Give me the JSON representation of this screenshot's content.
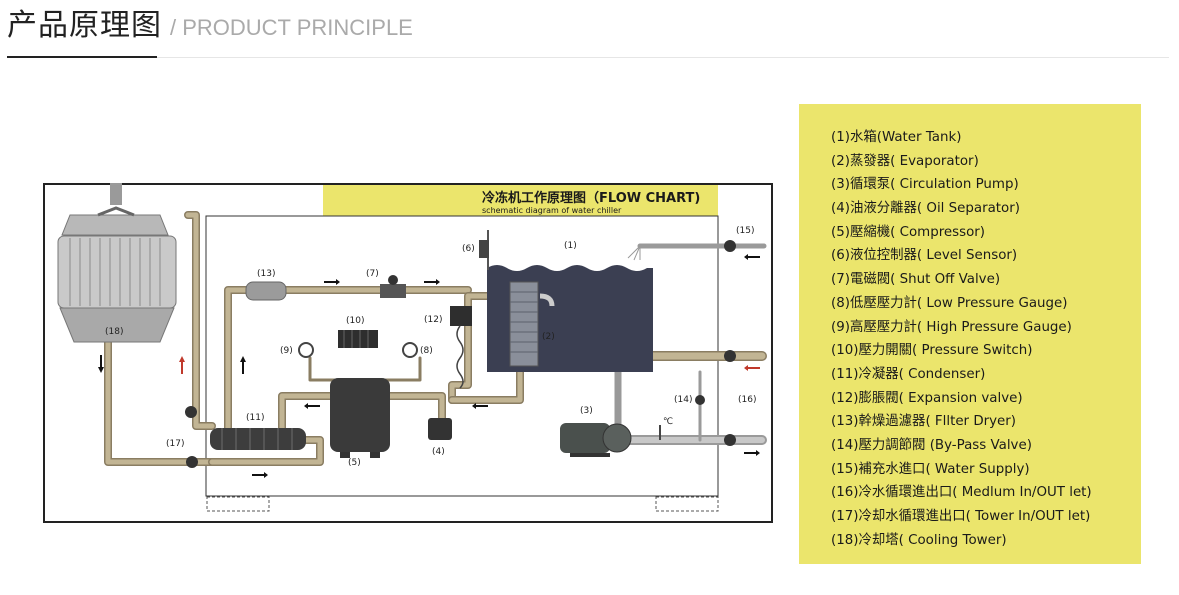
{
  "header": {
    "title": "产品原理图",
    "subtitle": "/ PRODUCT PRINCIPLE"
  },
  "diagram": {
    "banner_title": "冷冻机工作原理图（FLOW CHART)",
    "banner_subtitle": "schematic diagram of water chiller",
    "labels": {
      "n1": "(1)",
      "n2": "(2)",
      "n3": "(3)",
      "n4": "(4)",
      "n5": "(5)",
      "n6": "(6)",
      "n7": "(7)",
      "n8": "(8)",
      "n9": "(9)",
      "n10": "(10)",
      "n11": "(11)",
      "n12": "(12)",
      "n13": "(13)",
      "n14": "(14)",
      "n15": "(15)",
      "n16": "(16)",
      "n17": "(17)",
      "n18": "(18)",
      "temp": "℃"
    },
    "colors": {
      "pipe": "#b6a98a",
      "pipe_edge": "#8a7d62",
      "tank": "#3b3f52",
      "banner": "#ebe56c",
      "arrow_red": "#c0392b"
    }
  },
  "legend": {
    "items": [
      "(1)水箱(Water Tank)",
      "(2)蒸發器( Evaporator)",
      "(3)循環泵( Circulation Pump)",
      "(4)油液分離器( Oil Separator)",
      "(5)壓縮機( Compressor)",
      "(6)液位控制器( Level Sensor)",
      "(7)電磁閥( Shut Off Valve)",
      "(8)低壓壓力計( Low Pressure Gauge)",
      "(9)高壓壓力計( High Pressure Gauge)",
      "(10)壓力開關( Pressure Switch)",
      "(11)冷凝器( Condenser)",
      "(12)膨脹閥( Expansion valve)",
      "(13)幹燥過濾器( Fllter Dryer)",
      "(14)壓力調節閥 (By-Pass Valve)",
      "(15)補充水進口( Water Supply)",
      "(16)冷水循環進出口( Medlum In/OUT let)",
      "(17)冷却水循環進出口( Tower In/OUT let)",
      "(18)冷却塔( Cooling Tower)"
    ],
    "color": "#ebe56c"
  }
}
